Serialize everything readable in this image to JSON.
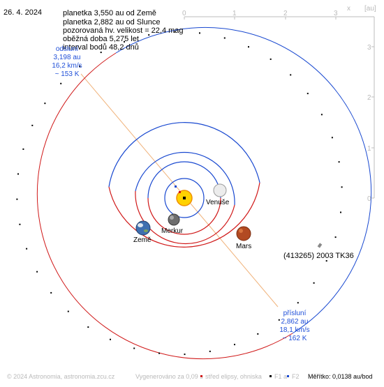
{
  "date": "26. 4. 2024",
  "info_lines": [
    "planetka 3,550 au od Země",
    "planetka 2,882 au od Slunce",
    "pozorovaná hv. velikost = 22,4 mag",
    "oběžná doba 5,275 let",
    "interval bodů 48,2 dnů"
  ],
  "axes": {
    "x_label": "x",
    "unit_label": "[au]",
    "x_ticks": [
      "0",
      "1",
      "2",
      "3"
    ],
    "y_ticks": [
      "3",
      "2",
      "1",
      "0"
    ]
  },
  "aphelion": {
    "title": "odsluní",
    "dist": "3,198 au",
    "speed": "16,2 km/s",
    "temp": "~ 153 K"
  },
  "perihelion": {
    "title": "přísluní",
    "dist": "2,862 au",
    "speed": "18,1 km/s",
    "temp": "~ 162 K"
  },
  "bodies": {
    "venus": "Venuše",
    "mercury": "Merkur",
    "earth": "Země",
    "mars": "Mars"
  },
  "asteroid_name": "(413265) 2003 TK36",
  "legend": {
    "copyright": "© 2024 Astronomia, astronomia.zcu.cz",
    "generated": "Vygenerováno za 0,09 s",
    "center_label": "střed elipsy, ohniska",
    "f1": "F1 a",
    "f2": "F2",
    "scale": "Měřítko: 0,0138 au/bod"
  },
  "colors": {
    "above_ecliptic": "#d01818",
    "below_ecliptic": "#1848d0",
    "sun": "#ffd200",
    "apsis_line": "#f0b27a",
    "axis": "#bdbdbd",
    "label_blue": "#1f4fd8"
  }
}
